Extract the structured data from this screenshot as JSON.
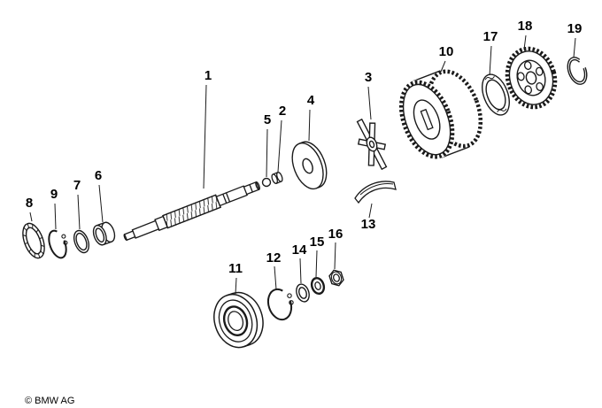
{
  "colors": {
    "background": "#ffffff",
    "line": "#1a1a1a",
    "text": "#000000"
  },
  "copyright": "© BMW AG",
  "callouts": {
    "part1": "1",
    "part2": "2",
    "part3": "3",
    "part4": "4",
    "part5": "5",
    "part6": "6",
    "part7": "7",
    "part8": "8",
    "part9": "9",
    "part10": "10",
    "part11": "11",
    "part12": "12",
    "part13": "13",
    "part14": "14",
    "part15": "15",
    "part16": "16",
    "part17": "17",
    "part18": "18",
    "part19": "19"
  }
}
